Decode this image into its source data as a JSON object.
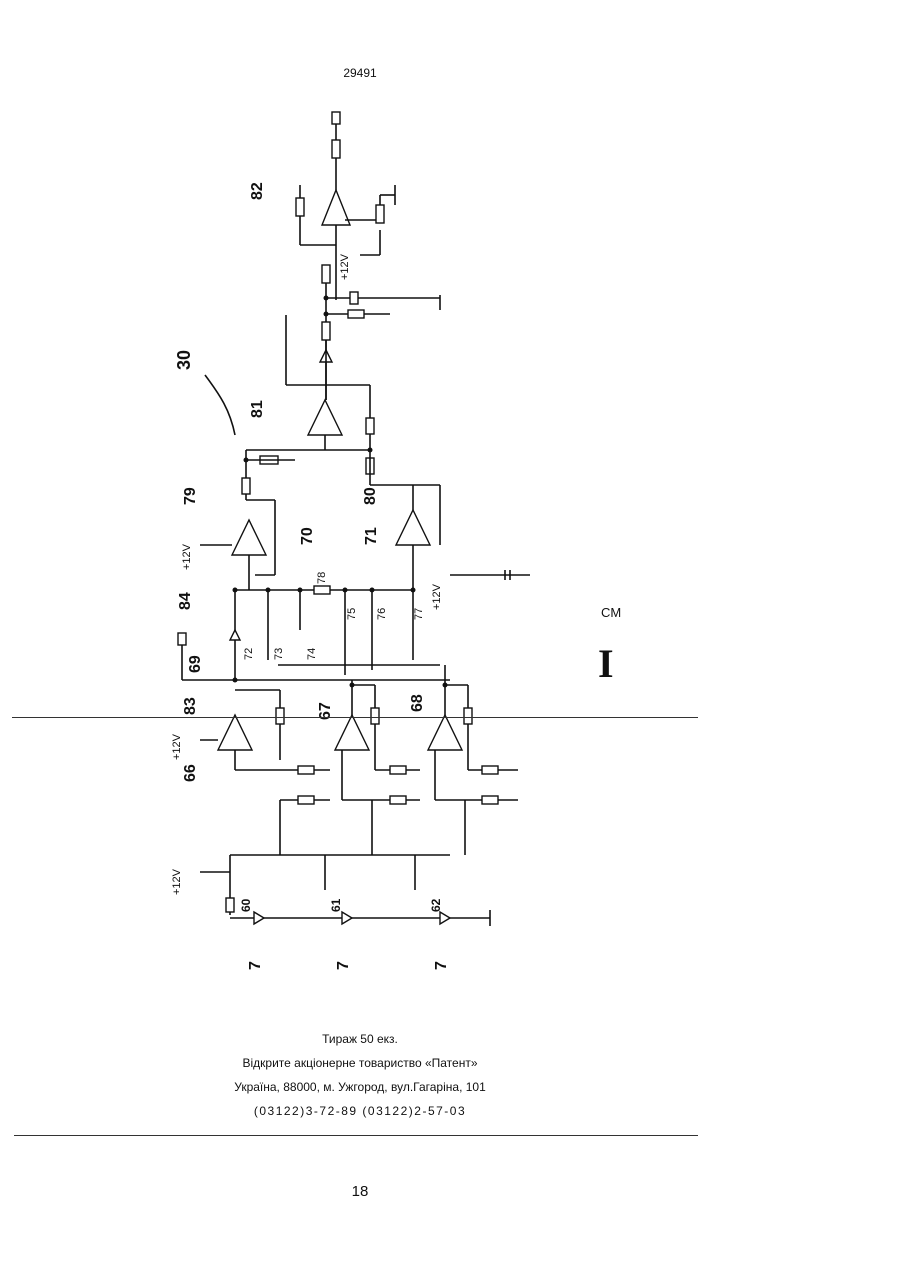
{
  "header": {
    "page_number": "29491"
  },
  "diagram": {
    "labels": {
      "fig": "30",
      "n82": "82",
      "n81": "81",
      "n79": "79",
      "n80": "80",
      "n84": "84",
      "n83": "83",
      "n69": "69",
      "n70": "70",
      "n71": "71",
      "n66": "66",
      "n67": "67",
      "n68": "68",
      "n60": "60",
      "n61": "61",
      "n62": "62",
      "n72": "72",
      "n73": "73",
      "n74": "74",
      "n75": "75",
      "n76": "76",
      "n77": "77",
      "n78": "78",
      "n7": "7",
      "v12": "+12V"
    }
  },
  "side": {
    "cm": "CM",
    "roman": "I"
  },
  "footer": {
    "line1": "Тираж 50 екз.",
    "line2": "Відкрите акціонерне товариство «Патент»",
    "line3": "Україна, 88000, м. Ужгород, вул.Гагаріна, 101",
    "line4": "(03122)3-72-89   (03122)2-57-03"
  },
  "page_number_bottom": "18"
}
